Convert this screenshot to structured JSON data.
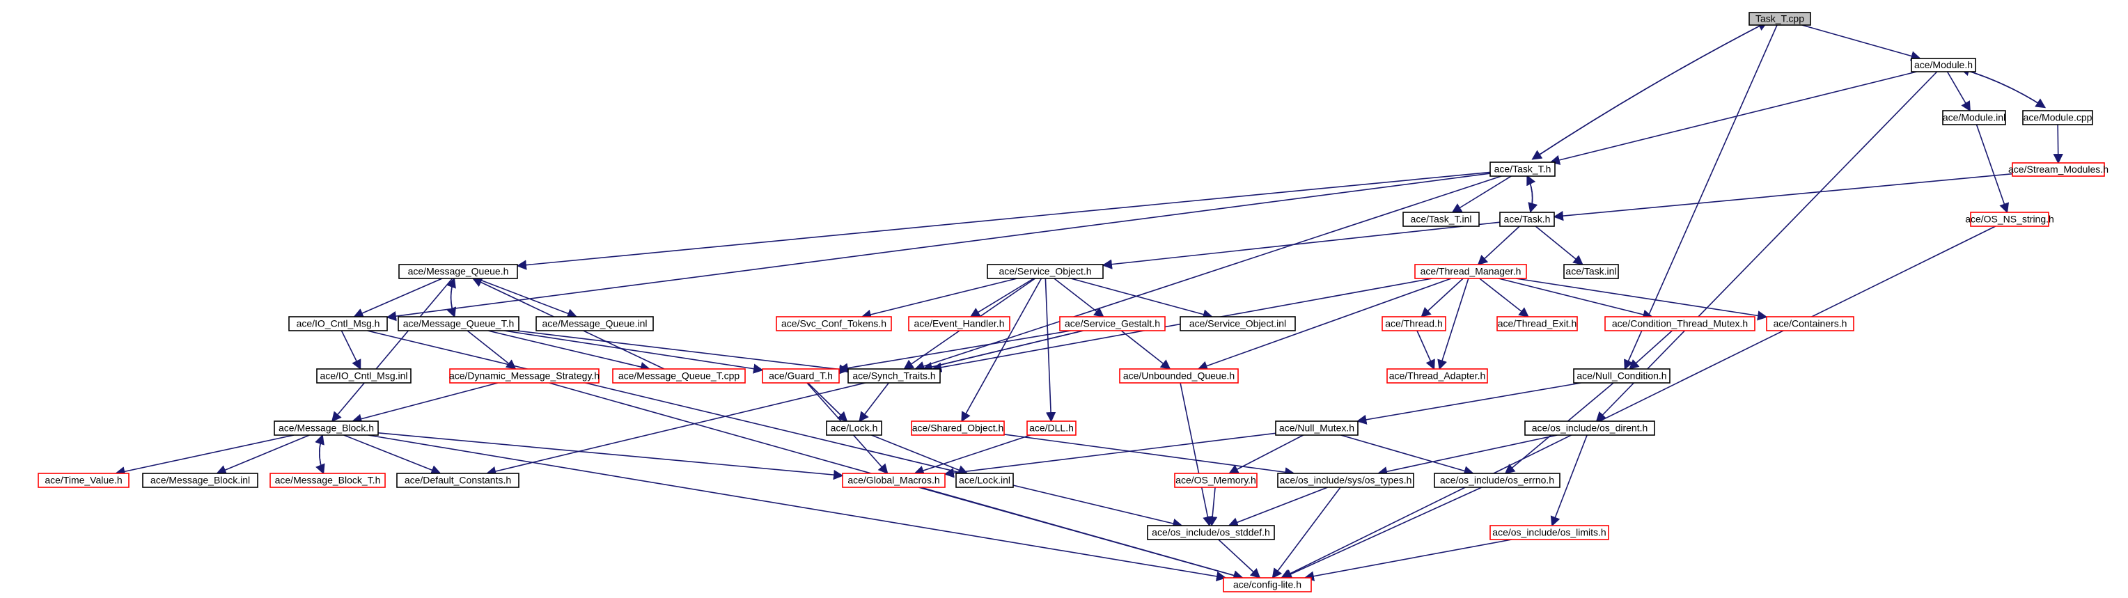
{
  "nodes": [
    {
      "id": "task_t_cpp",
      "label": "Task_T.cpp",
      "style": "root"
    },
    {
      "id": "module_h",
      "label": "ace/Module.h",
      "style": "black"
    },
    {
      "id": "task_t_h",
      "label": "ace/Task_T.h",
      "style": "black"
    },
    {
      "id": "module_inl",
      "label": "ace/Module.inl",
      "style": "black"
    },
    {
      "id": "module_cpp",
      "label": "ace/Module.cpp",
      "style": "black"
    },
    {
      "id": "stream_modules_h",
      "label": "ace/Stream_Modules.h",
      "style": "red"
    },
    {
      "id": "os_ns_string_h",
      "label": "ace/OS_NS_string.h",
      "style": "red"
    },
    {
      "id": "task_t_inl",
      "label": "ace/Task_T.inl",
      "style": "black"
    },
    {
      "id": "task_h",
      "label": "ace/Task.h",
      "style": "black"
    },
    {
      "id": "task_inl",
      "label": "ace/Task.inl",
      "style": "black"
    },
    {
      "id": "message_queue_h",
      "label": "ace/Message_Queue.h",
      "style": "black"
    },
    {
      "id": "service_object_h",
      "label": "ace/Service_Object.h",
      "style": "black"
    },
    {
      "id": "thread_manager_h",
      "label": "ace/Thread_Manager.h",
      "style": "red"
    },
    {
      "id": "io_cntl_msg_h",
      "label": "ace/IO_Cntl_Msg.h",
      "style": "black"
    },
    {
      "id": "message_queue_t_h",
      "label": "ace/Message_Queue_T.h",
      "style": "black"
    },
    {
      "id": "message_queue_inl",
      "label": "ace/Message_Queue.inl",
      "style": "black"
    },
    {
      "id": "svc_conf_tokens_h",
      "label": "ace/Svc_Conf_Tokens.h",
      "style": "red"
    },
    {
      "id": "event_handler_h",
      "label": "ace/Event_Handler.h",
      "style": "red"
    },
    {
      "id": "service_gestalt_h",
      "label": "ace/Service_Gestalt.h",
      "style": "red"
    },
    {
      "id": "service_object_inl",
      "label": "ace/Service_Object.inl",
      "style": "black"
    },
    {
      "id": "thread_h",
      "label": "ace/Thread.h",
      "style": "red"
    },
    {
      "id": "thread_exit_h",
      "label": "ace/Thread_Exit.h",
      "style": "red"
    },
    {
      "id": "condition_thread_mutex_h",
      "label": "ace/Condition_Thread_Mutex.h",
      "style": "red"
    },
    {
      "id": "containers_h",
      "label": "ace/Containers.h",
      "style": "red"
    },
    {
      "id": "io_cntl_msg_inl",
      "label": "ace/IO_Cntl_Msg.inl",
      "style": "black"
    },
    {
      "id": "dynamic_message_strategy_h",
      "label": "ace/Dynamic_Message_Strategy.h",
      "style": "red"
    },
    {
      "id": "message_queue_t_cpp",
      "label": "ace/Message_Queue_T.cpp",
      "style": "red"
    },
    {
      "id": "guard_t_h",
      "label": "ace/Guard_T.h",
      "style": "red"
    },
    {
      "id": "synch_traits_h",
      "label": "ace/Synch_Traits.h",
      "style": "black"
    },
    {
      "id": "unbounded_queue_h",
      "label": "ace/Unbounded_Queue.h",
      "style": "red"
    },
    {
      "id": "thread_adapter_h",
      "label": "ace/Thread_Adapter.h",
      "style": "red"
    },
    {
      "id": "null_condition_h",
      "label": "ace/Null_Condition.h",
      "style": "black"
    },
    {
      "id": "message_block_h",
      "label": "ace/Message_Block.h",
      "style": "black"
    },
    {
      "id": "lock_h",
      "label": "ace/Lock.h",
      "style": "black"
    },
    {
      "id": "shared_object_h",
      "label": "ace/Shared_Object.h",
      "style": "red"
    },
    {
      "id": "dll_h",
      "label": "ace/DLL.h",
      "style": "red"
    },
    {
      "id": "null_mutex_h",
      "label": "ace/Null_Mutex.h",
      "style": "black"
    },
    {
      "id": "os_dirent_h",
      "label": "ace/os_include/os_dirent.h",
      "style": "black"
    },
    {
      "id": "time_value_h",
      "label": "ace/Time_Value.h",
      "style": "red"
    },
    {
      "id": "message_block_inl",
      "label": "ace/Message_Block.inl",
      "style": "black"
    },
    {
      "id": "message_block_t_h",
      "label": "ace/Message_Block_T.h",
      "style": "red"
    },
    {
      "id": "default_constants_h",
      "label": "ace/Default_Constants.h",
      "style": "black"
    },
    {
      "id": "global_macros_h",
      "label": "ace/Global_Macros.h",
      "style": "red"
    },
    {
      "id": "lock_inl",
      "label": "ace/Lock.inl",
      "style": "black"
    },
    {
      "id": "os_memory_h",
      "label": "ace/OS_Memory.h",
      "style": "red"
    },
    {
      "id": "sys_types_h",
      "label": "ace/os_include/sys/os_types.h",
      "style": "black"
    },
    {
      "id": "os_errno_h",
      "label": "ace/os_include/os_errno.h",
      "style": "black"
    },
    {
      "id": "os_stddef_h",
      "label": "ace/os_include/os_stddef.h",
      "style": "black"
    },
    {
      "id": "os_limits_h",
      "label": "ace/os_include/os_limits.h",
      "style": "red"
    },
    {
      "id": "config_lite_h",
      "label": "ace/config-lite.h",
      "style": "red"
    }
  ],
  "edges": [
    [
      "task_t_cpp",
      "module_h"
    ],
    [
      "task_t_cpp",
      "task_t_h"
    ],
    [
      "task_t_h",
      "task_t_cpp"
    ],
    [
      "task_t_cpp",
      "null_condition_h"
    ],
    [
      "module_h",
      "task_t_h"
    ],
    [
      "module_h",
      "module_inl"
    ],
    [
      "module_h",
      "module_cpp"
    ],
    [
      "module_cpp",
      "module_h"
    ],
    [
      "module_h",
      "os_dirent_h"
    ],
    [
      "module_cpp",
      "stream_modules_h"
    ],
    [
      "module_inl",
      "os_ns_string_h"
    ],
    [
      "stream_modules_h",
      "task_h"
    ],
    [
      "os_ns_string_h",
      "config_lite_h"
    ],
    [
      "task_t_h",
      "task_t_inl"
    ],
    [
      "task_t_h",
      "task_h"
    ],
    [
      "task_h",
      "task_t_h"
    ],
    [
      "task_t_h",
      "message_queue_h"
    ],
    [
      "task_t_h",
      "io_cntl_msg_h"
    ],
    [
      "task_t_h",
      "synch_traits_h"
    ],
    [
      "task_h",
      "service_object_h"
    ],
    [
      "task_h",
      "thread_manager_h"
    ],
    [
      "task_h",
      "task_inl"
    ],
    [
      "message_queue_h",
      "io_cntl_msg_h"
    ],
    [
      "message_queue_h",
      "message_queue_t_h"
    ],
    [
      "message_queue_t_h",
      "message_queue_h"
    ],
    [
      "message_queue_h",
      "message_queue_inl"
    ],
    [
      "message_queue_h",
      "message_block_h"
    ],
    [
      "io_cntl_msg_h",
      "io_cntl_msg_inl"
    ],
    [
      "io_cntl_msg_h",
      "os_stddef_h"
    ],
    [
      "message_queue_t_h",
      "dynamic_message_strategy_h"
    ],
    [
      "message_queue_t_h",
      "message_queue_t_cpp"
    ],
    [
      "message_queue_t_cpp",
      "message_queue_h"
    ],
    [
      "message_queue_t_h",
      "guard_t_h"
    ],
    [
      "message_queue_t_h",
      "synch_traits_h"
    ],
    [
      "dynamic_message_strategy_h",
      "message_block_h"
    ],
    [
      "dynamic_message_strategy_h",
      "config_lite_h"
    ],
    [
      "service_object_h",
      "svc_conf_tokens_h"
    ],
    [
      "service_object_h",
      "event_handler_h"
    ],
    [
      "service_object_h",
      "service_gestalt_h"
    ],
    [
      "service_object_h",
      "service_object_inl"
    ],
    [
      "service_object_h",
      "dll_h"
    ],
    [
      "service_object_h",
      "shared_object_h"
    ],
    [
      "service_object_h",
      "synch_traits_h"
    ],
    [
      "service_gestalt_h",
      "synch_traits_h"
    ],
    [
      "service_gestalt_h",
      "unbounded_queue_h"
    ],
    [
      "service_gestalt_h",
      "default_constants_h"
    ],
    [
      "service_gestalt_h",
      "guard_t_h"
    ],
    [
      "thread_manager_h",
      "thread_h"
    ],
    [
      "thread_manager_h",
      "thread_exit_h"
    ],
    [
      "thread_manager_h",
      "condition_thread_mutex_h"
    ],
    [
      "thread_manager_h",
      "containers_h"
    ],
    [
      "thread_manager_h",
      "thread_adapter_h"
    ],
    [
      "thread_manager_h",
      "unbounded_queue_h"
    ],
    [
      "thread_manager_h",
      "synch_traits_h"
    ],
    [
      "thread_h",
      "thread_adapter_h"
    ],
    [
      "condition_thread_mutex_h",
      "null_condition_h"
    ],
    [
      "guard_t_h",
      "lock_h"
    ],
    [
      "guard_t_h",
      "global_macros_h"
    ],
    [
      "synch_traits_h",
      "lock_h"
    ],
    [
      "lock_h",
      "lock_inl"
    ],
    [
      "shared_object_h",
      "sys_types_h"
    ],
    [
      "dll_h",
      "global_macros_h"
    ],
    [
      "unbounded_queue_h",
      "os_stddef_h"
    ],
    [
      "null_condition_h",
      "null_mutex_h"
    ],
    [
      "null_condition_h",
      "os_errno_h"
    ],
    [
      "null_mutex_h",
      "global_macros_h"
    ],
    [
      "null_mutex_h",
      "os_memory_h"
    ],
    [
      "null_mutex_h",
      "os_errno_h"
    ],
    [
      "os_dirent_h",
      "sys_types_h"
    ],
    [
      "os_dirent_h",
      "os_limits_h"
    ],
    [
      "message_block_h",
      "time_value_h"
    ],
    [
      "message_block_h",
      "message_block_inl"
    ],
    [
      "message_block_h",
      "message_block_t_h"
    ],
    [
      "message_block_t_h",
      "message_block_h"
    ],
    [
      "message_block_h",
      "default_constants_h"
    ],
    [
      "message_block_h",
      "global_macros_h"
    ],
    [
      "message_block_h",
      "config_lite_h"
    ],
    [
      "os_memory_h",
      "os_stddef_h"
    ],
    [
      "sys_types_h",
      "os_stddef_h"
    ],
    [
      "sys_types_h",
      "config_lite_h"
    ],
    [
      "os_errno_h",
      "config_lite_h"
    ],
    [
      "os_stddef_h",
      "config_lite_h"
    ],
    [
      "os_limits_h",
      "config_lite_h"
    ],
    [
      "global_macros_h",
      "config_lite_h"
    ]
  ]
}
